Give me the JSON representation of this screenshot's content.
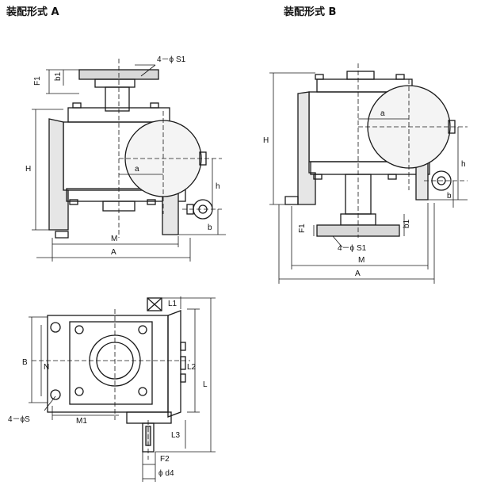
{
  "titles": {
    "a": "装配形式 A",
    "b": "装配形式 B"
  },
  "labels": {
    "hole_s1": "4－ϕ S1",
    "hole_s": "4－ϕS",
    "F1": "F1",
    "b1": "b1",
    "H": "H",
    "a": "a",
    "h": "h",
    "b": "b",
    "M": "M",
    "A": "A",
    "B": "B",
    "N": "N",
    "M1": "M1",
    "L1": "L1",
    "L2": "L2",
    "L": "L",
    "L3": "L3",
    "F2": "F2",
    "d4": "ϕ d4"
  }
}
